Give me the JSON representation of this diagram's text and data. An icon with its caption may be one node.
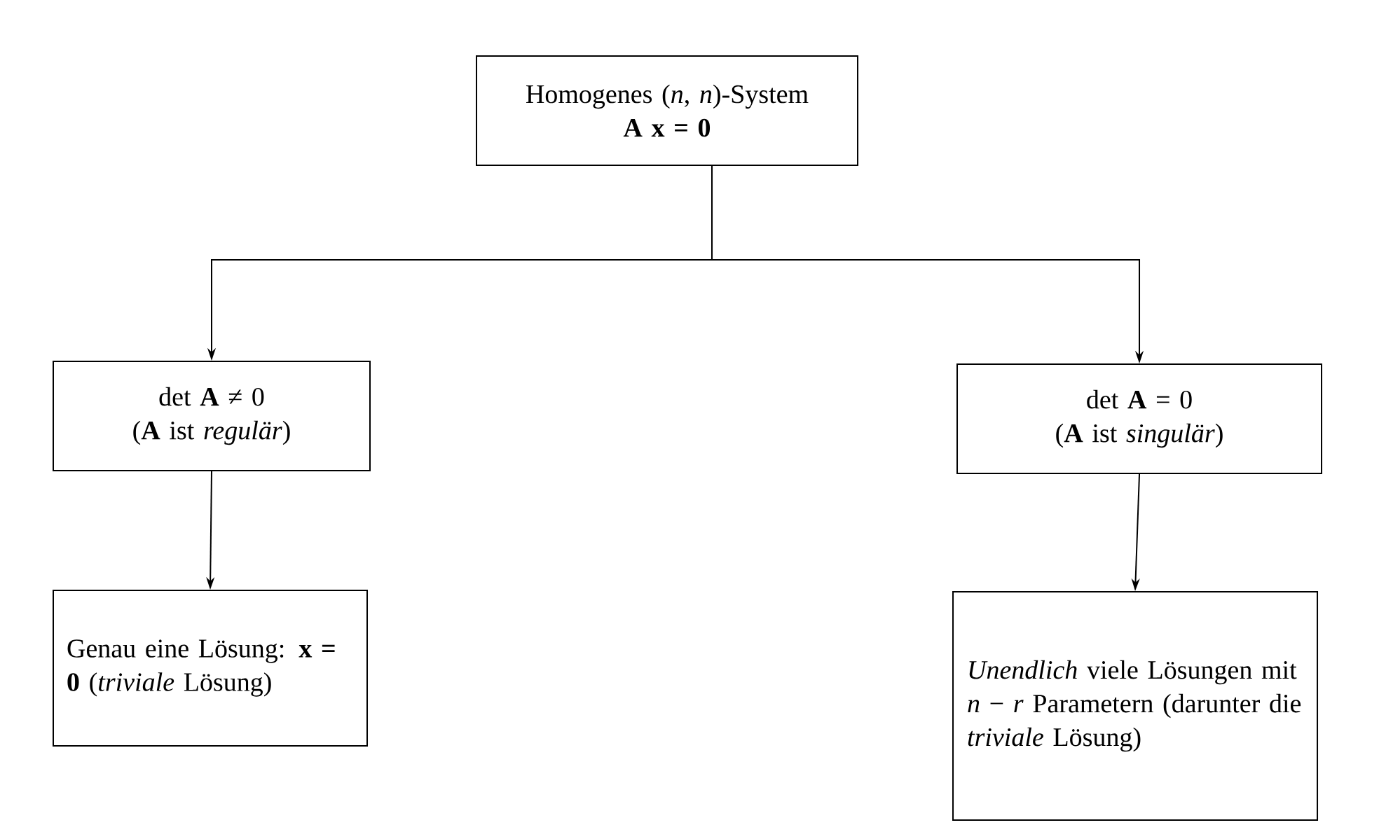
{
  "diagram": {
    "nodes": [
      {
        "text": [
          "Homogenes (*n*, *n*)-System",
          "A x = 0"
        ]
      },
      {
        "text": [
          "det **A** ≠ 0",
          "(**A** ist *regulär*)"
        ]
      },
      {
        "text": [
          "det **A** = 0",
          "(**A** ist *singulär*)"
        ]
      },
      {
        "text": [
          "Genau eine Lösung: **x = 0** (*triviale* Lösung)"
        ]
      },
      {
        "text": [
          "*Unendlich* viele Lösungen mit *n* − *r* Parametern (darunter die *triviale* Lösung)"
        ]
      }
    ],
    "edges": [
      {
        "from": 0,
        "to": 1,
        "arrow": "to"
      },
      {
        "from": 0,
        "to": 2,
        "arrow": "to"
      },
      {
        "from": 1,
        "to": 3,
        "arrow": "to"
      },
      {
        "from": 2,
        "to": 4,
        "arrow": "to"
      }
    ]
  }
}
